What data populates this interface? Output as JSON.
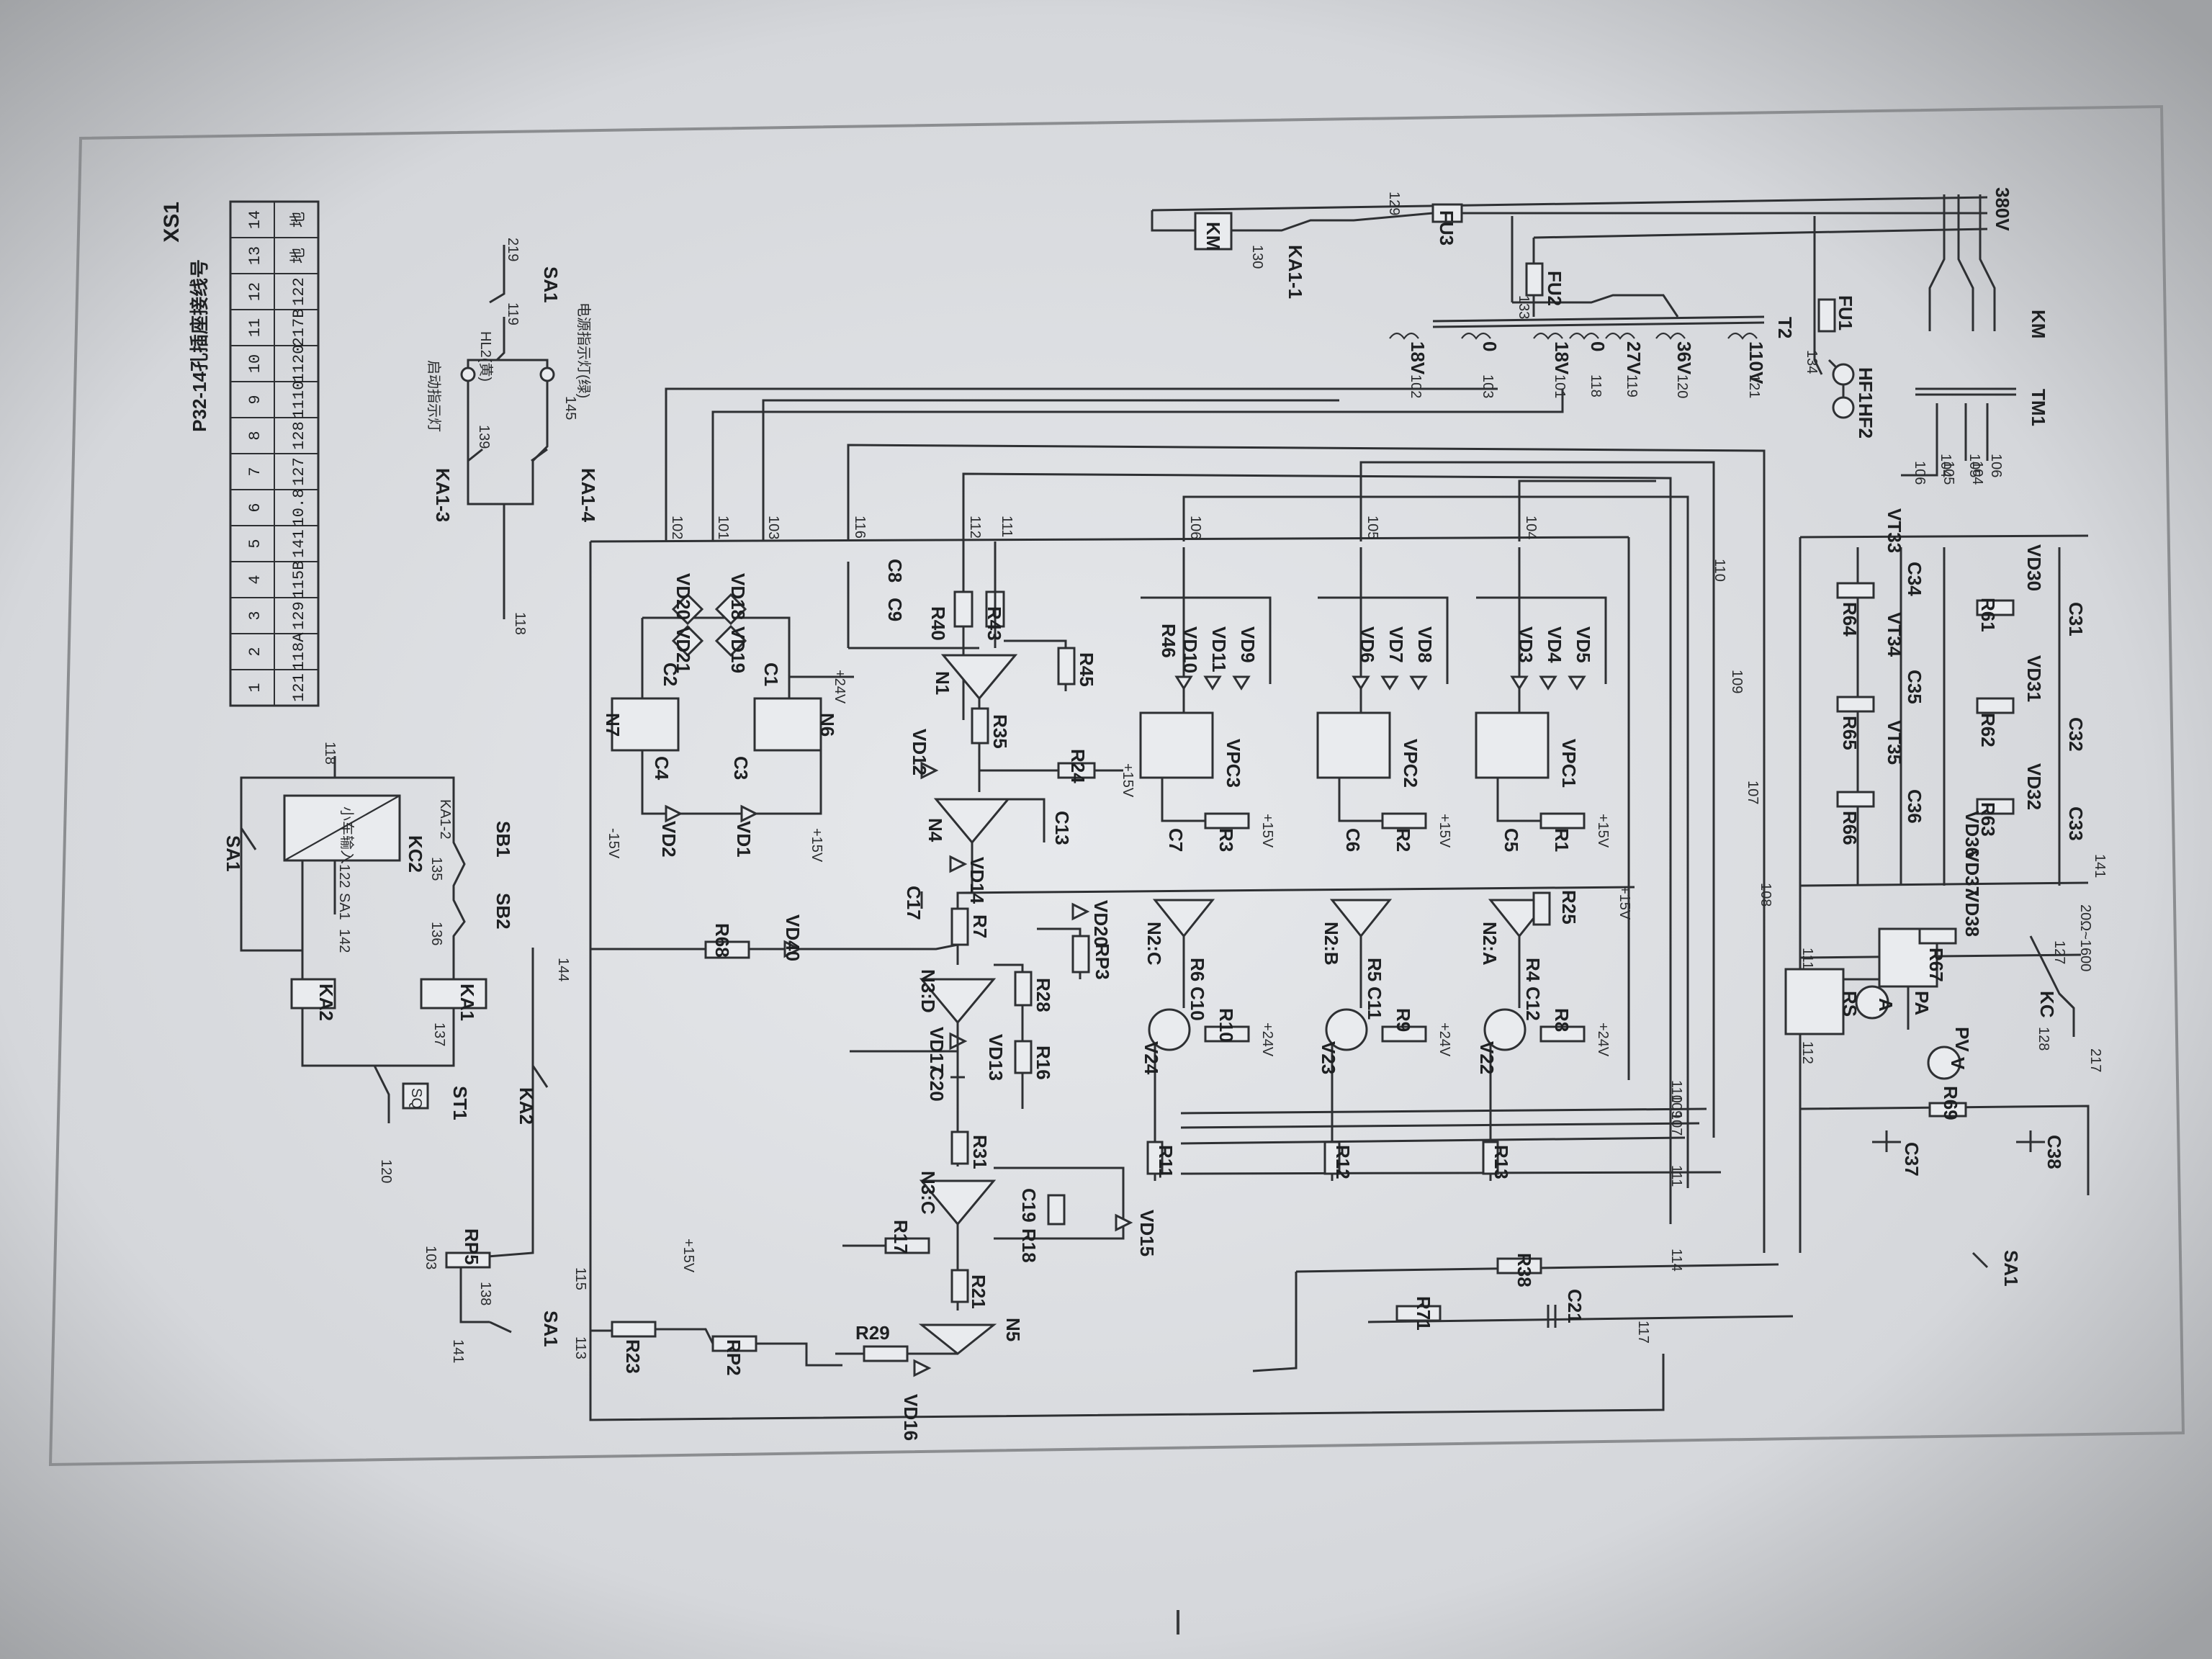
{
  "diagram": {
    "terminal_table": {
      "title": "XS1",
      "subtitle": "P32-14孔插座接线号",
      "numbers": [
        "1",
        "2",
        "3",
        "4",
        "5",
        "6",
        "7",
        "8",
        "9",
        "10",
        "11",
        "12",
        "13",
        "14"
      ],
      "wires": [
        "121",
        "118A",
        "129",
        "115B",
        "141",
        "10.8",
        "127",
        "128",
        "1110",
        "1120",
        "217B",
        "122",
        "地",
        "地"
      ]
    },
    "power": {
      "mains": "380V",
      "km": "KM",
      "ka1_1": "KA1-1",
      "fu3": "FU3",
      "fu2": "FU2",
      "fu1": "FU1",
      "hf1": "HF1",
      "hf2": "HF2",
      "t2": "T2",
      "tm1": "TM1",
      "km_main": "KM",
      "w129": "129",
      "w130": "130",
      "w133": "133",
      "w134": "134",
      "taps": [
        "18V",
        "0",
        "18V",
        "0",
        "27V",
        "36V",
        "110V"
      ],
      "tap_wires": [
        "102",
        "103",
        "101",
        "118",
        "119",
        "120",
        "121"
      ],
      "ct_wires": [
        "106",
        "105",
        "104"
      ]
    },
    "relay_top": {
      "sa1": "SA1",
      "w219": "219",
      "w119": "119",
      "w139": "139",
      "w145": "145",
      "w118": "118",
      "hl2": "HL2(黄)",
      "lamp1": "电源指示灯(绿)",
      "lamp2": "启动指示灯",
      "ka1_3": "KA1-3",
      "ka1_4": "KA1-4"
    },
    "relay_left": {
      "w118": "118",
      "kc2": "KC2",
      "kc2_txt": "小车输入",
      "sa1": "SA1",
      "ka1_2": "KA1-2",
      "sb1": "SB1",
      "sb2": "SB2",
      "w135": "135",
      "w136": "136",
      "w122": "122",
      "w142": "142",
      "sa1b": "SA1",
      "ka2": "KA2",
      "ka1": "KA1",
      "w137": "137",
      "st1": "ST1",
      "w120": "120",
      "sq": "SQ"
    },
    "supply": {
      "w102": "102",
      "w101": "101",
      "w103": "103",
      "w116": "116",
      "w112": "112",
      "w111": "111",
      "vd20": "VD20",
      "vd18": "VD18",
      "vd19": "VD19",
      "vd21": "VD21",
      "c2": "C2",
      "c1": "C1",
      "c3": "C3",
      "c4": "C4",
      "n6": "N6",
      "n7": "N7",
      "vd1": "VD1",
      "vd2": "VD2",
      "p24": "+24V",
      "p15": "+15V",
      "m15": "-15V",
      "c8": "C8",
      "c9": "C9",
      "r40": "R40",
      "r43": "R43",
      "n1": "N1",
      "r45": "R45"
    },
    "ctrl": {
      "r35": "R35",
      "vd12": "VD12",
      "r24": "R24",
      "p15": "+15V",
      "n4": "N4",
      "c13": "C13",
      "vd14": "VD14",
      "c17": "C17",
      "vd20": "VD20",
      "r7": "R7",
      "rp3": "RP3",
      "r68": "R68",
      "vd40": "VD40",
      "w144": "144",
      "n3d": "N3:D",
      "r28": "R28",
      "vd17": "VD17",
      "vd13": "VD13",
      "r16": "R16",
      "c20": "C20",
      "r31": "R31",
      "n3c": "N3:C",
      "c19": "C19",
      "r18": "R18",
      "vd15": "VD15",
      "r17": "R17",
      "r21": "R21",
      "n5": "N5",
      "r29": "R29",
      "vd16": "VD16",
      "w115": "115",
      "w113": "113",
      "r23": "R23",
      "rp2": "RP2",
      "rp5": "RP5",
      "ka2": "KA2",
      "sa1": "SA1",
      "w103": "103",
      "w138": "138",
      "w141": "141",
      "p15b": "+15V"
    },
    "trigger": {
      "w106": "106",
      "w105": "105",
      "w104": "104",
      "r46": "R46",
      "vd10": "VD10",
      "vd11": "VD11",
      "vd9": "VD9",
      "vd6": "VD6",
      "vd7": "VD7",
      "vd8": "VD8",
      "vd3": "VD3",
      "vd4": "VD4",
      "vd5": "VD5",
      "vpc3": "VPC3",
      "vpc2": "VPC2",
      "vpc1": "VPC1",
      "c7": "C7",
      "c6": "C6",
      "c5": "C5",
      "r3": "R3",
      "r2": "R2",
      "r1": "R1",
      "p15": "+15V",
      "r25": "R25",
      "n2c": "N2:C",
      "n2b": "N2:B",
      "n2a": "N2:A",
      "r6": "R6",
      "r5": "R5",
      "r4": "R4",
      "c10": "C10",
      "c11": "C11",
      "c12": "C12",
      "r10": "R10",
      "r9": "R9",
      "r8": "R8",
      "p24": "+24V",
      "v24": "V24",
      "v23": "V23",
      "v22": "V22",
      "r11": "R11",
      "r12": "R12",
      "r13": "R13",
      "w110": "110",
      "w109": "109",
      "w107": "107",
      "w111": "111",
      "w114": "114",
      "w117": "117",
      "r38": "R38",
      "r71": "R71",
      "c21": "C21"
    },
    "thyristor": {
      "vt33": "VT33",
      "vt34": "VT34",
      "vt35": "VT35",
      "vd30": "VD30",
      "vd31": "VD31",
      "vd32": "VD32",
      "c34": "C34",
      "c35": "C35",
      "c36": "C36",
      "c31": "C31",
      "c32": "C32",
      "c33": "C33",
      "r64": "R64",
      "r65": "R65",
      "r66": "R66",
      "r61": "R61",
      "r62": "R62",
      "r63": "R63",
      "vd36": "VD36",
      "vd37": "VD37",
      "vd38": "VD38",
      "r67": "R67",
      "w110": "110",
      "w109": "109",
      "w107": "107",
      "w108": "108",
      "w111": "111",
      "w112": "112",
      "w141": "141",
      "w127": "127",
      "w128": "128",
      "w217": "217",
      "range": "20Ω~1600",
      "rs": "RS",
      "pa": "PA",
      "pv": "PV",
      "a": "A",
      "v": "V",
      "r69": "R69",
      "c37": "C37",
      "c38": "C38",
      "sa1": "SA1",
      "kc": "KC",
      "w104": "104",
      "w105": "105",
      "w106": "106"
    }
  }
}
